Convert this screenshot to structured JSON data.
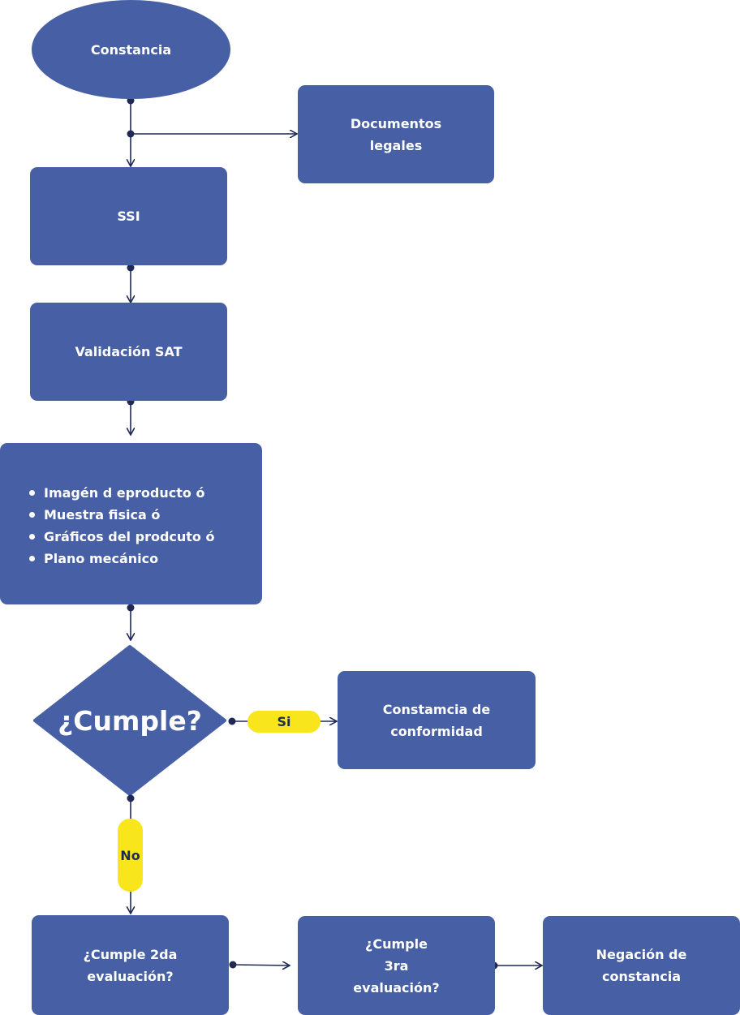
{
  "nodes": {
    "constancia": "Constancia",
    "documentos": "Documentos\nlegales",
    "ssi": "SSI",
    "validacion": "Validación SAT",
    "requisitos": [
      "Imagén d eproducto ó",
      "Muestra fisica ó",
      "Gráficos del prodcuto ó",
      "Plano mecánico"
    ],
    "cumple": "¿Cumple?",
    "constancia_conformidad": "Constamcia de\nconformidad",
    "segunda": "¿Cumple 2da\nevaluación?",
    "tercera": "¿Cumple\n3ra\nevaluación?",
    "negacion": "Negación de\nconstancia"
  },
  "labels": {
    "si": "Si",
    "no": "No"
  },
  "colors": {
    "node": "#4760a5",
    "connector": "#1e2a55",
    "pill": "#f9e51b"
  }
}
